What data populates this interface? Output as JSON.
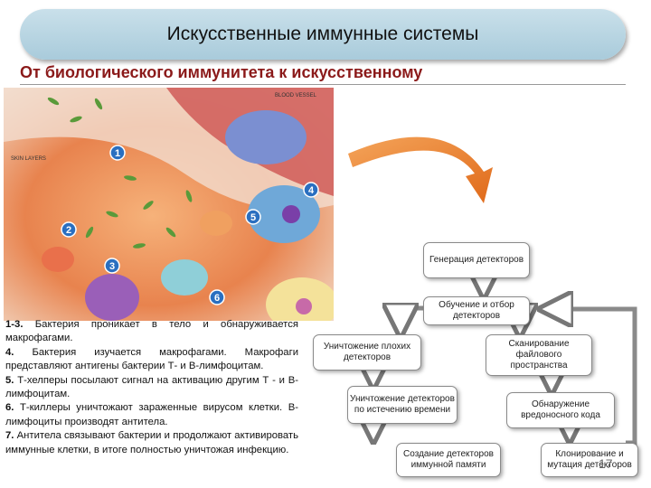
{
  "slide": {
    "title": "Искусственные иммунные системы",
    "subtitle": "От биологического иммунитета к искусственному",
    "page_number": "17"
  },
  "illustration": {
    "labels": {
      "skin_layers": "SKIN LAYERS",
      "blood_vessel": "BLOOD VESSEL"
    },
    "markers": [
      "1",
      "2",
      "3",
      "4",
      "5",
      "6"
    ]
  },
  "description": [
    {
      "num": "1-3.",
      "text": "Бактерия проникает в тело и обнаруживается макрофагами."
    },
    {
      "num": "4.",
      "text": "Бактерия изучается макрофагами. Макрофаги представляют антигены бактерии Т- и В-лимфоцитам."
    },
    {
      "num": "5.",
      "text": "Т-хелперы посылают сигнал на активацию другим Т - и В-лимфоцитам."
    },
    {
      "num": "6.",
      "text": "Т-киллеры уничтожают зараженные вирусом клетки. В-лимфоциты производят антитела."
    },
    {
      "num": "7.",
      "text": "Антитела связывают бактерии и продолжают активировать иммунные клетки, в итоге полностью уничтожая инфекцию."
    }
  ],
  "flowchart": {
    "nodes": {
      "generation": "Генерация детекторов",
      "training": "Обучение и отбор детекторов",
      "bad_destroy": "Уничтожение плохих детекторов",
      "scanning": "Сканирование файлового пространства",
      "expire_destroy": "Уничтожение детекторов по истечению времени",
      "detection": "Обнаружение вредоносного кода",
      "memory": "Создание детекторов иммунной памяти",
      "cloning": "Клонирование и мутация детекторов"
    }
  }
}
